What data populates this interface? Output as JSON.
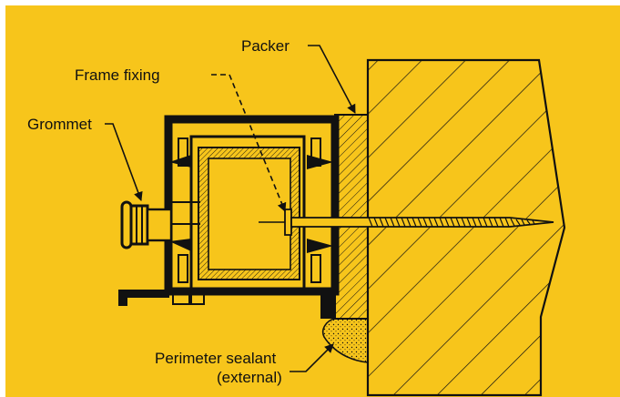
{
  "diagram": {
    "labels": {
      "packer": "Packer",
      "frame_fixing": "Frame fixing",
      "grommet": "Grommet",
      "perimeter_sealant_line1": "Perimeter sealant",
      "perimeter_sealant_line2": "(external)"
    }
  },
  "colors": {
    "background": "#F7C51B",
    "line": "#111111",
    "page": "#FFFFFF"
  }
}
